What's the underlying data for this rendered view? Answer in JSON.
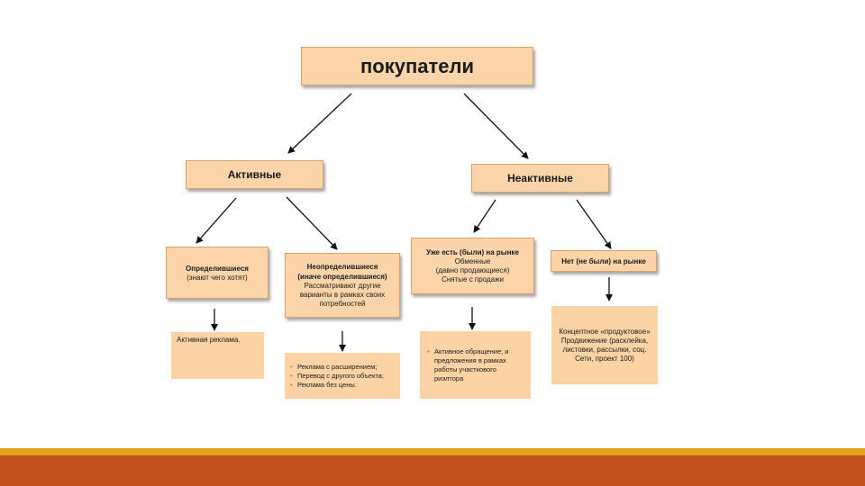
{
  "root": {
    "label": "покупатели"
  },
  "active": {
    "label": "Активные",
    "decided": {
      "title": "Определившиеся",
      "subtitle": "(знают чего хотят)",
      "action": "Активная реклама."
    },
    "undecided": {
      "title": "Неопределившиеся",
      "title2": "(иначе определившиеся)",
      "desc": "Рассматривают другие варианты в рамках своих потребностей",
      "actions": [
        "Реклама с расширением;",
        "Перевод с другого объекта;",
        "Реклама без цены."
      ]
    }
  },
  "inactive": {
    "label": "Неактивные",
    "existing": {
      "title": "Уже есть (были) на рынке",
      "line1": "Обменные",
      "line2": "(давно продающиеся)",
      "line3": "Снятые с продажи",
      "action": "Активное обращение; и предложения в рамках работы участкового риэлтора"
    },
    "absent": {
      "title": "Нет (не были) на рынке",
      "action": "Концептное «продуктовое» Продвижение (расклейка, листовки, рассылки, соц. Сети, проект 100)"
    }
  },
  "colors": {
    "box_fill": "#fbd5a9",
    "box_border": "#d9a46c",
    "footer_gold": "#e3a21b",
    "footer_rust": "#c4511d"
  }
}
